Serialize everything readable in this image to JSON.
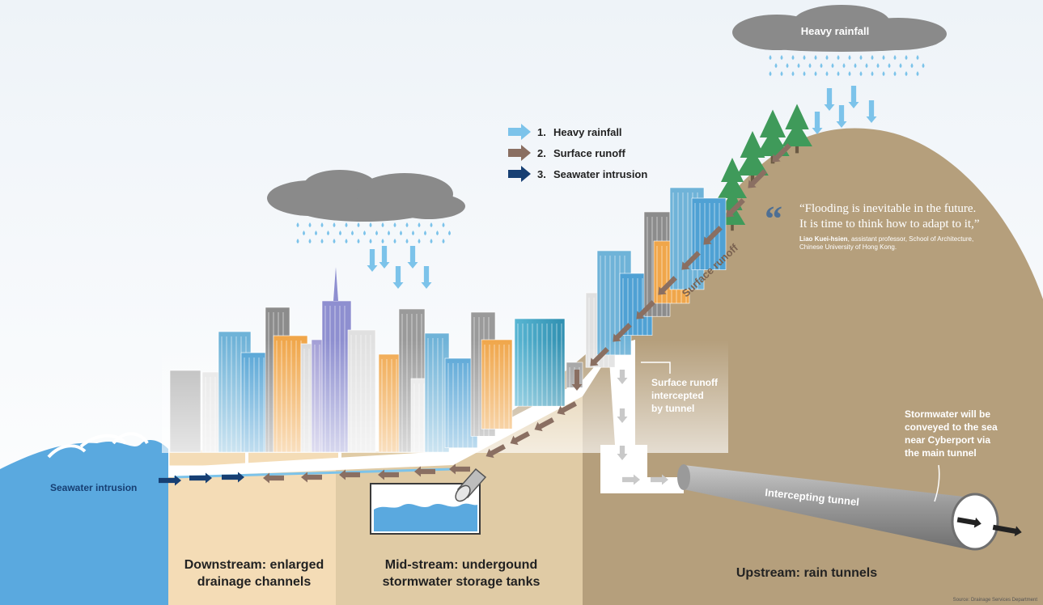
{
  "legend": {
    "items": [
      {
        "number": "1.",
        "label": "Heavy rainfall",
        "color": "#7cc3ea"
      },
      {
        "number": "2.",
        "label": "Surface runoff",
        "color": "#8a6f62"
      },
      {
        "number": "3.",
        "label": "Seawater intrusion",
        "color": "#173f73"
      }
    ]
  },
  "labels": {
    "heavy_rainfall_cloud": "Heavy rainfall",
    "surface_runoff_slope": "Surface runoff",
    "intercepted_line1": "Surface runoff",
    "intercepted_line2": "intercepted",
    "intercepted_line3": "by tunnel",
    "stormwater_line1": "Stormwater will be",
    "stormwater_line2": "conveyed to the sea",
    "stormwater_line3": "near Cyberport via",
    "stormwater_line4": "the main tunnel",
    "intercepting_tunnel": "Intercepting tunnel",
    "seawater_intrusion": "Seawater intrusion"
  },
  "quote": {
    "line1": "“Flooding is inevitable in the future.",
    "line2": "It is time to think how to adapt to it,”",
    "attribution_name": "Liao Kuei-hsien",
    "attribution_rest": ", assistant professor, School of Architecture,",
    "attribution_line2": "Chinese University of Hong Kong."
  },
  "sections": {
    "downstream_line1": "Downstream: enlarged",
    "downstream_line2": "drainage channels",
    "midstream_line1": "Mid-stream: undergound",
    "midstream_line2": "stormwater storage tanks",
    "upstream": "Upstream: rain tunnels"
  },
  "source": "Source: Drainage Services Department",
  "colors": {
    "rain": "#7cc3ea",
    "runoff": "#8a6f62",
    "seawater": "#173f73",
    "sea": "#5aa9df",
    "hill": "#b59f7c",
    "downstream_ground": "#f4dcb6",
    "midstream_ground": "#e0cba5",
    "cloud": "#8a8a8a"
  }
}
